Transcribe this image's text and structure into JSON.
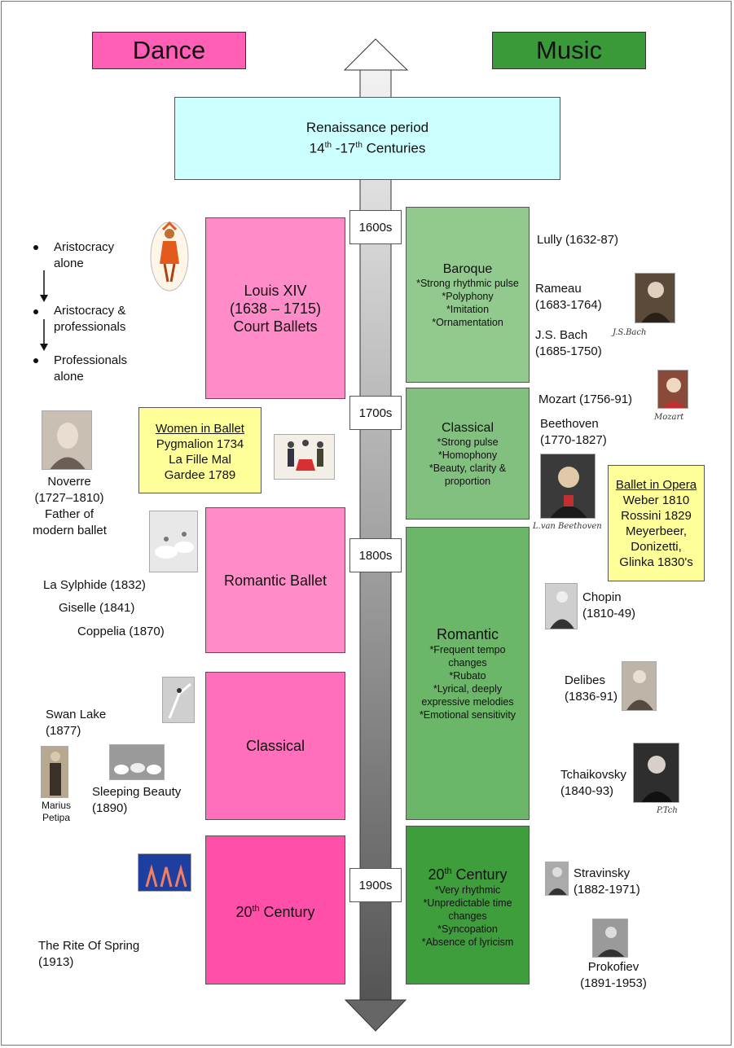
{
  "headers": {
    "dance": "Dance",
    "music": "Music"
  },
  "renaissance": {
    "line1": "Renaissance period",
    "line2_num1": "14",
    "line2_sup1": "th",
    "line2_sep": " -17",
    "line2_sup2": "th",
    "line2_rest": " Centuries"
  },
  "centuries": [
    "1600s",
    "1700s",
    "1800s",
    "1900s"
  ],
  "dance_periods": {
    "louis": [
      "Louis XIV",
      "(1638 – 1715)",
      "Court Ballets"
    ],
    "romantic": "Romantic Ballet",
    "classical": "Classical",
    "twentieth": {
      "num": "20",
      "sup": "th",
      "rest": " Century"
    }
  },
  "music_periods": {
    "baroque": {
      "title": "Baroque",
      "traits": [
        "*Strong rhythmic pulse",
        "*Polyphony",
        "*Imitation",
        "*Ornamentation"
      ]
    },
    "classical": {
      "title": "Classical",
      "traits": [
        "*Strong pulse",
        "*Homophony",
        "*Beauty, clarity &",
        "proportion"
      ]
    },
    "romantic": {
      "title": "Romantic",
      "traits": [
        "*Frequent tempo",
        "changes",
        "*Rubato",
        "*Lyrical, deeply",
        "expressive melodies",
        "*Emotional sensitivity"
      ]
    },
    "twentieth": {
      "num": "20",
      "sup": "th",
      "rest": " Century",
      "traits": [
        "*Very rhythmic",
        "*Unpredictable time",
        "changes",
        "*Syncopation",
        "*Absence of lyricism"
      ]
    }
  },
  "aristocracy": [
    "Aristocracy",
    "alone",
    "Aristocracy &",
    "professionals",
    "Professionals",
    "alone"
  ],
  "noverre": [
    "Noverre",
    "(1727–1810)",
    "Father of",
    "modern ballet"
  ],
  "women_note": {
    "title": "Women in Ballet",
    "lines": [
      "Pygmalion 1734",
      "La Fille Mal",
      "Gardee 1789"
    ]
  },
  "opera_note": {
    "title": "Ballet in Opera",
    "lines": [
      "Weber 1810",
      "Rossini 1829",
      "Meyerbeer,",
      "Donizetti,",
      "Glinka 1830's"
    ]
  },
  "romantic_ballets": [
    "La Sylphide (1832)",
    "Giselle (1841)",
    "Coppelia (1870)"
  ],
  "classical_ballets": {
    "swan": [
      "Swan Lake",
      "(1877)"
    ],
    "sleeping": [
      "Sleeping Beauty",
      "(1890)"
    ],
    "petipa": [
      "Marius",
      "Petipa"
    ]
  },
  "rite": [
    "The Rite Of Spring",
    "(1913)"
  ],
  "composers": {
    "lully": "Lully (1632-87)",
    "rameau": [
      "Rameau",
      "(1683-1764)"
    ],
    "bach": [
      "J.S. Bach",
      "(1685-1750)"
    ],
    "mozart": "Mozart (1756-91)",
    "beethoven": [
      "Beethoven",
      "(1770-1827)"
    ],
    "chopin": [
      "Chopin",
      "(1810-49)"
    ],
    "delibes": [
      "Delibes",
      "(1836-91)"
    ],
    "tchaikovsky": [
      "Tchaikovsky",
      "(1840-93)"
    ],
    "stravinsky": [
      "Stravinsky",
      "(1882-1971)"
    ],
    "prokofiev": [
      "Prokofiev",
      "(1891-1953)"
    ]
  },
  "colors": {
    "dance_header": "#ff5fb4",
    "music_header": "#3a9a3a",
    "renaissance": "#ccffff",
    "note": "#ffff99",
    "dance_box": "#ff8cc8",
    "music_box": "#7fc17f"
  }
}
